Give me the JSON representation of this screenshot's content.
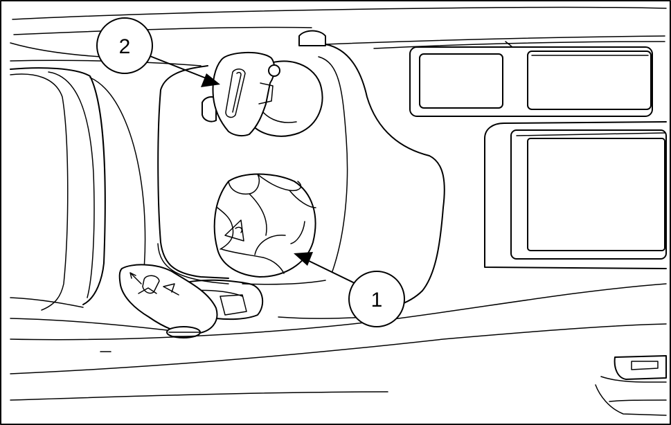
{
  "callouts": [
    {
      "number": "1",
      "target": "round-control-knob"
    },
    {
      "number": "2",
      "target": "ignition-key"
    }
  ],
  "colors": {
    "line": "#000000",
    "background": "#ffffff"
  }
}
